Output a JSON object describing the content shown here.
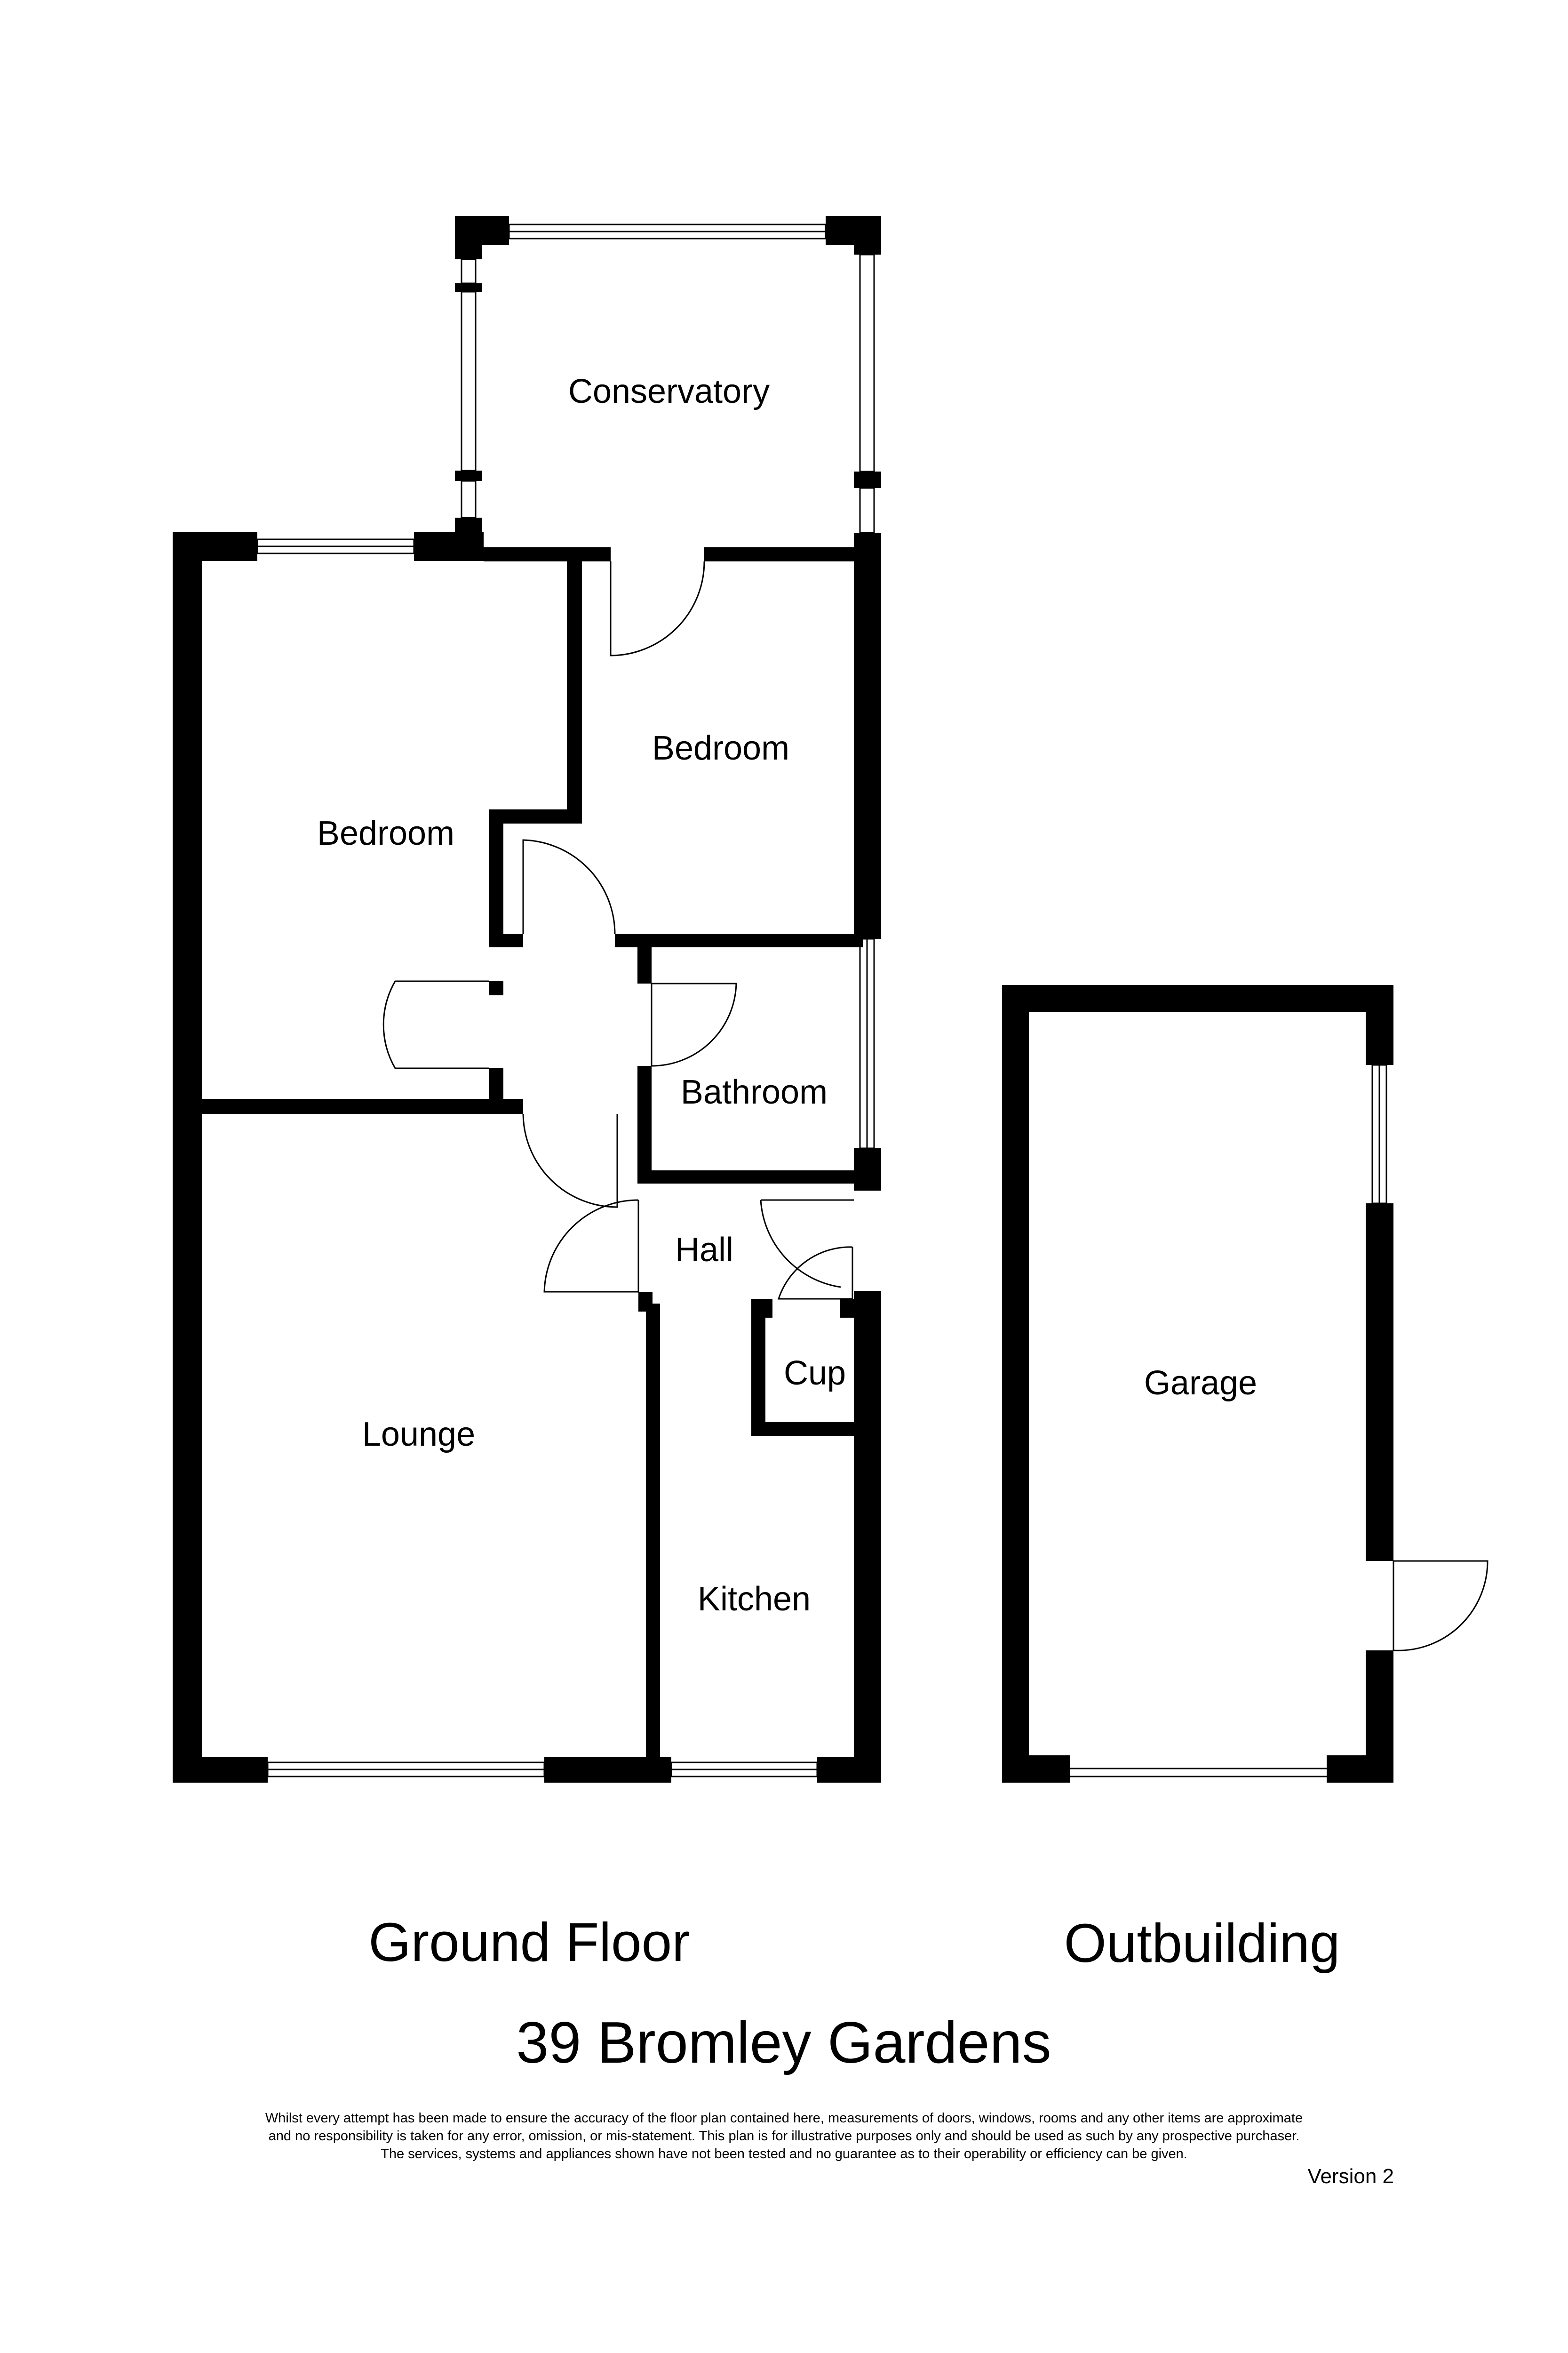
{
  "rooms": {
    "conservatory": "Conservatory",
    "bedroom_left": "Bedroom",
    "bedroom_right": "Bedroom",
    "bathroom": "Bathroom",
    "hall": "Hall",
    "cupboard": "Cup",
    "lounge": "Lounge",
    "kitchen": "Kitchen",
    "garage": "Garage"
  },
  "sections": {
    "ground_floor": "Ground Floor",
    "outbuilding": "Outbuilding"
  },
  "property_title": "39 Bromley Gardens",
  "disclaimer": [
    "Whilst every attempt has been made to ensure the accuracy of the floor plan contained here, measurements of doors, windows, rooms and any other items are approximate",
    "and no responsibility is taken for any error, omission, or mis-statement. This plan is for illustrative purposes only and should be used as such by any prospective purchaser.",
    "The services, systems and appliances shown have not been tested and no guarantee as to their operability or efficiency can be given."
  ],
  "version": "Version 2",
  "colors": {
    "wall": "#000000",
    "background": "#ffffff",
    "window_line": "#000000"
  }
}
